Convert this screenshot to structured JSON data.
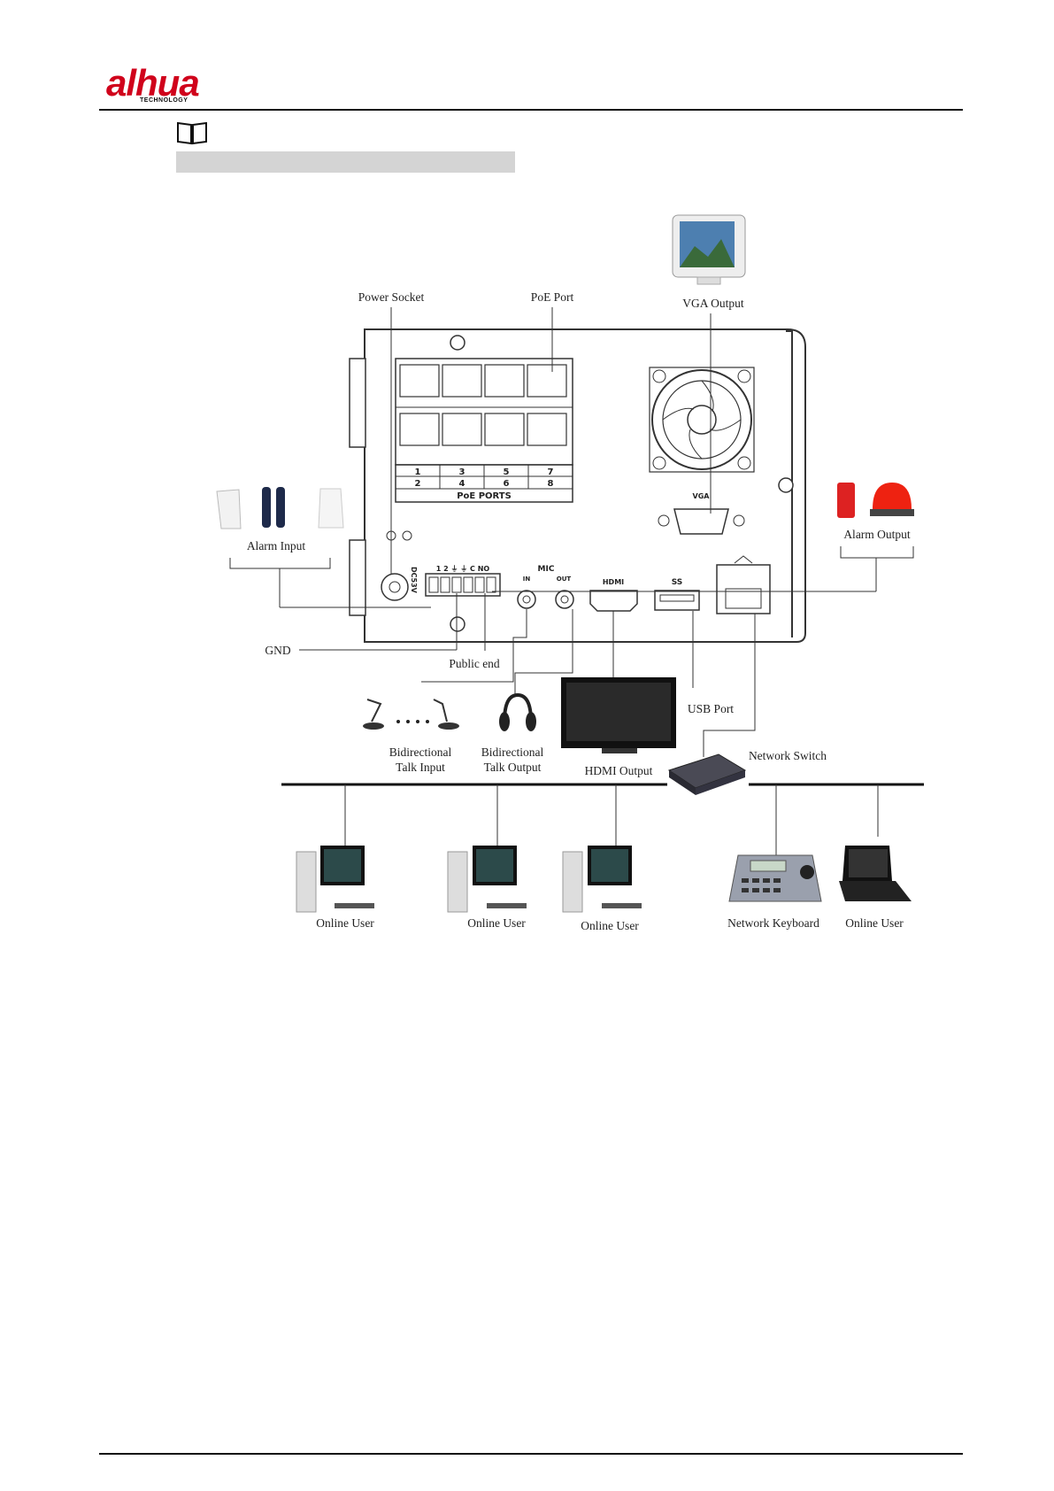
{
  "header": {
    "brand": "alhua",
    "brand_sub": "TECHNOLOGY"
  },
  "device": {
    "poe_label": "PoE PORTS",
    "port_numbers_top": [
      "1",
      "3",
      "5",
      "7"
    ],
    "port_numbers_bottom": [
      "2",
      "4",
      "6",
      "8"
    ],
    "vga_label": "VGA",
    "dc_label": "DC53V",
    "mic_label": "MIC",
    "mic_in": "IN",
    "mic_out": "OUT",
    "hdmi_label": "HDMI",
    "usb_label": "SS",
    "alarm_terminal": "1 2 ⏚ ⏚ C NO"
  },
  "labels": {
    "power_socket": "Power Socket",
    "poe_port": "PoE Port",
    "vga_output": "VGA Output",
    "alarm_input": "Alarm Input",
    "alarm_output": "Alarm Output",
    "gnd": "GND",
    "public_end": "Public end",
    "usb_port": "USB Port",
    "network_switch": "Network Switch",
    "bidir_input_1": "Bidirectional",
    "bidir_input_2": "Talk Input",
    "bidir_output_1": "Bidirectional",
    "bidir_output_2": "Talk Output",
    "hdmi_output": "HDMI Output",
    "online_user_1": "Online User",
    "online_user_2": "Online User",
    "online_user_3": "Online User",
    "network_keyboard": "Network Keyboard",
    "online_user_4": "Online User"
  }
}
